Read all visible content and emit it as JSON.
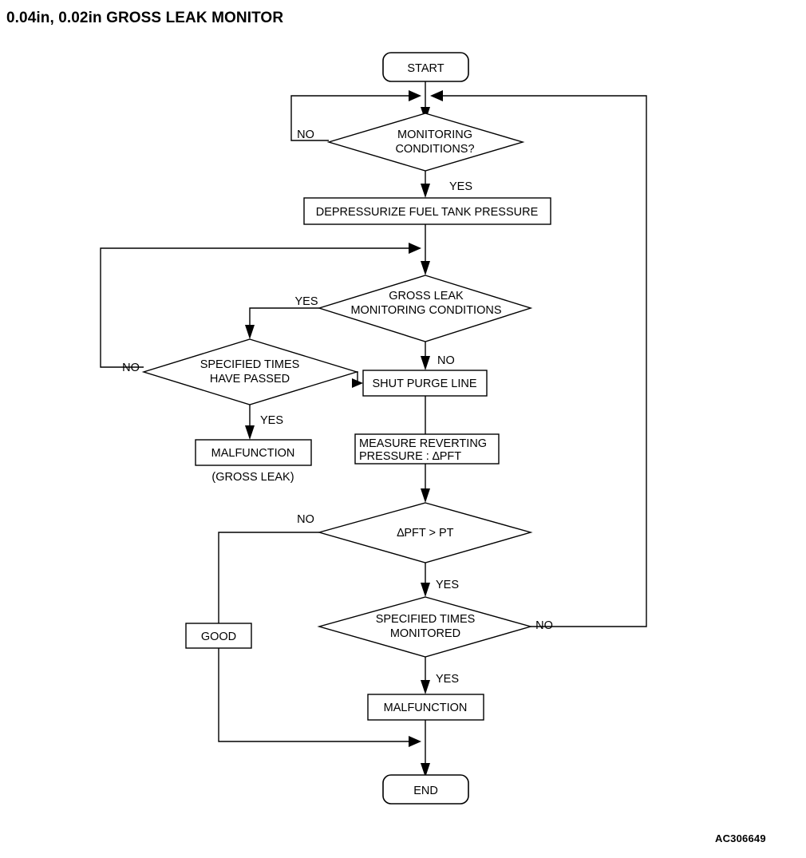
{
  "page": {
    "title": "0.04in, 0.02in GROSS LEAK MONITOR",
    "footer_code": "AC306649",
    "background_color": "#ffffff",
    "line_color": "#000000"
  },
  "chart_data": {
    "type": "flowchart",
    "title": "0.04in, 0.02in GROSS LEAK MONITOR",
    "nodes": [
      {
        "id": "start",
        "shape": "terminator",
        "text": "START"
      },
      {
        "id": "mon_cond",
        "shape": "decision",
        "text": "MONITORING CONDITIONS?"
      },
      {
        "id": "depressurize",
        "shape": "process",
        "text": "DEPRESSURIZE FUEL TANK PRESSURE"
      },
      {
        "id": "gross_cond",
        "shape": "decision",
        "text": "GROSS LEAK MONITORING CONDITIONS"
      },
      {
        "id": "times_passed",
        "shape": "decision",
        "text": "SPECIFIED TIMES HAVE PASSED"
      },
      {
        "id": "shut_purge",
        "shape": "process",
        "text": "SHUT PURGE LINE"
      },
      {
        "id": "malf_gross",
        "shape": "process",
        "text": "MALFUNCTION",
        "sub_text": "(GROSS LEAK)"
      },
      {
        "id": "measure",
        "shape": "process",
        "text": "MEASURE REVERTING PRESSURE : ∆PFT"
      },
      {
        "id": "pft_cmp",
        "shape": "decision",
        "text": "∆PFT > PT"
      },
      {
        "id": "good",
        "shape": "process",
        "text": "GOOD"
      },
      {
        "id": "times_mon",
        "shape": "decision",
        "text": "SPECIFIED TIMES MONITORED"
      },
      {
        "id": "malf_end",
        "shape": "process",
        "text": "MALFUNCTION"
      },
      {
        "id": "end",
        "shape": "terminator",
        "text": "END"
      }
    ],
    "edges": [
      {
        "from": "start",
        "to": "mon_cond",
        "label": ""
      },
      {
        "from": "mon_cond",
        "to": "merge_top",
        "label": "NO"
      },
      {
        "from": "mon_cond",
        "to": "depressurize",
        "label": "YES"
      },
      {
        "from": "depressurize",
        "to": "gross_cond",
        "label": ""
      },
      {
        "from": "gross_cond",
        "to": "times_passed",
        "label": "YES"
      },
      {
        "from": "gross_cond",
        "to": "shut_purge",
        "label": "NO"
      },
      {
        "from": "times_passed",
        "to": "merge_gross",
        "label": "NO"
      },
      {
        "from": "times_passed",
        "to": "malf_gross",
        "label": "YES"
      },
      {
        "from": "shut_purge",
        "to": "measure",
        "label": ""
      },
      {
        "from": "measure",
        "to": "pft_cmp",
        "label": ""
      },
      {
        "from": "pft_cmp",
        "to": "good",
        "label": "NO"
      },
      {
        "from": "pft_cmp",
        "to": "times_mon",
        "label": "YES"
      },
      {
        "from": "times_mon",
        "to": "merge_top",
        "label": "NO"
      },
      {
        "from": "times_mon",
        "to": "malf_end",
        "label": "YES"
      },
      {
        "from": "malf_end",
        "to": "end",
        "label": ""
      },
      {
        "from": "good",
        "to": "end",
        "label": ""
      }
    ]
  },
  "nodes": {
    "start": {
      "text": "START"
    },
    "mon_cond": {
      "line1": "MONITORING",
      "line2": "CONDITIONS?"
    },
    "depressurize": {
      "text": "DEPRESSURIZE FUEL TANK PRESSURE"
    },
    "gross_cond": {
      "line1": "GROSS LEAK",
      "line2": "MONITORING CONDITIONS"
    },
    "times_passed": {
      "line1": "SPECIFIED TIMES",
      "line2": "HAVE PASSED"
    },
    "shut_purge": {
      "text": "SHUT PURGE LINE"
    },
    "malf_gross": {
      "text": "MALFUNCTION",
      "sub_text": "(GROSS LEAK)"
    },
    "measure": {
      "line1": "MEASURE REVERTING",
      "line2": "PRESSURE : ∆PFT"
    },
    "pft_cmp": {
      "text": "∆PFT > PT"
    },
    "good": {
      "text": "GOOD"
    },
    "times_mon": {
      "line1": "SPECIFIED TIMES",
      "line2": "MONITORED"
    },
    "malf_end": {
      "text": "MALFUNCTION"
    },
    "end": {
      "text": "END"
    }
  },
  "edge_labels": {
    "mon_cond_no": "NO",
    "mon_cond_yes": "YES",
    "gross_cond_yes": "YES",
    "gross_cond_no": "NO",
    "times_passed_no": "NO",
    "times_passed_yes": "YES",
    "pft_cmp_no": "NO",
    "pft_cmp_yes": "YES",
    "times_mon_no": "NO",
    "times_mon_yes": "YES"
  }
}
